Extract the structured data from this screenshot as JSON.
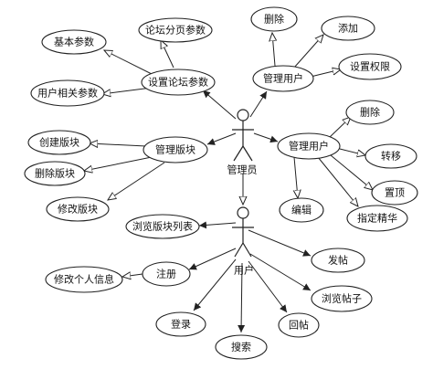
{
  "actors": {
    "admin": "管理员",
    "user": "用户"
  },
  "use_cases": {
    "forum_page_params": "论坛分页参数",
    "basic_params": "基本参数",
    "set_forum_params": "设置论坛参数",
    "user_related_params": "用户相关参数",
    "manage_users_top": "管理用户",
    "delete_top": "删除",
    "add": "添加",
    "set_permissions": "设置权限",
    "create_board": "创建版块",
    "manage_boards": "管理版块",
    "delete_board": "删除版块",
    "modify_board": "修改版块",
    "manage_users": "管理用户",
    "delete": "删除",
    "move": "转移",
    "pin": "置顶",
    "edit": "编辑",
    "mark_featured": "指定精华",
    "browse_board_list": "浏览版块列表",
    "post": "发帖",
    "register": "注册",
    "modify_personal_info": "修改个人信息",
    "browse_posts": "浏览帖子",
    "login": "登录",
    "search": "搜索",
    "reply": "回帖"
  }
}
